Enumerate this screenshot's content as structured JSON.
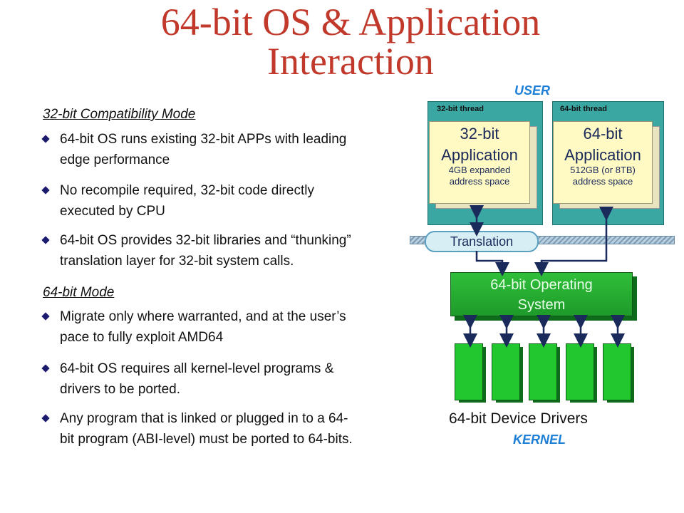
{
  "title": {
    "line1": "64-bit OS & Application",
    "line2": "Interaction"
  },
  "sections": [
    {
      "heading": "32-bit Compatibility Mode",
      "bullets": [
        {
          "line1": "64-bit OS runs existing 32-bit APPs with leading",
          "line2": "edge performance"
        },
        {
          "line1": "No recompile required, 32-bit code directly",
          "line2": "executed by CPU"
        },
        {
          "line1": "64-bit OS provides 32-bit libraries and “thunking”",
          "line2": "translation layer for 32-bit system calls."
        }
      ]
    },
    {
      "heading": "64-bit Mode",
      "bullets": [
        {
          "line1": "Migrate only where warranted, and at the user’s",
          "line2": "pace to fully exploit AMD64"
        },
        {
          "line1": "64-bit OS requires all kernel-level programs &",
          "line2": "drivers to be ported."
        },
        {
          "line1": "Any program that is linked or plugged in to a 64-",
          "line2": "bit program (ABI-level) must be ported to 64-bits."
        }
      ]
    }
  ],
  "diagram": {
    "user_label": "USER",
    "kernel_label": "KERNEL",
    "thread32": "32-bit thread",
    "thread64": "64-bit thread",
    "app32": {
      "line1": "32-bit",
      "line2": "Application",
      "sub1": "4GB expanded",
      "sub2": "address space"
    },
    "app64": {
      "line1": "64-bit",
      "line2": "Application",
      "sub1": "512GB (or 8TB)",
      "sub2": "address space"
    },
    "translation": "Translation",
    "os": {
      "line1": "64-bit Operating",
      "line2": "System"
    },
    "drivers_label": "64-bit Device Drivers"
  }
}
